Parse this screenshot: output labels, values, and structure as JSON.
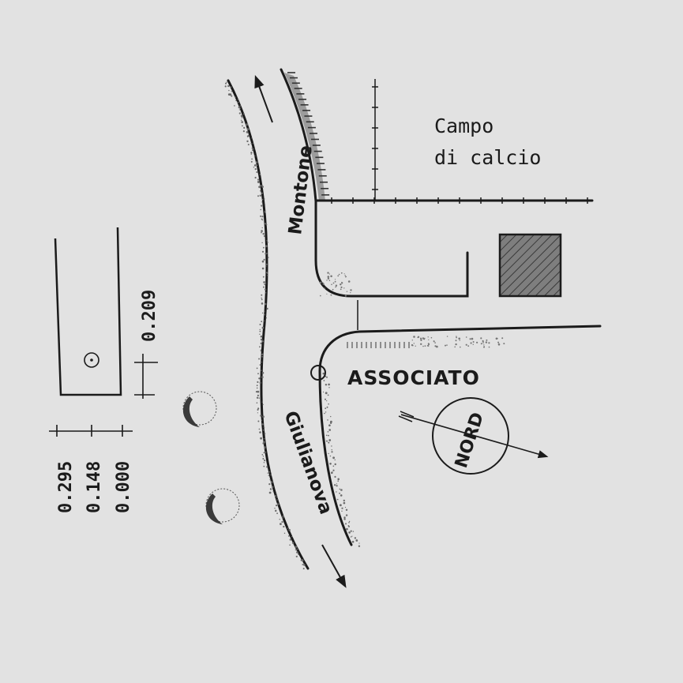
{
  "labels": {
    "field": [
      "Campo",
      "di calcio"
    ],
    "road_north": "Montone",
    "road_south": "Giulianova",
    "site": "ASSOCIATO",
    "compass": "NORD"
  },
  "scale": {
    "vertical_tick": "0.209",
    "horizontal_ticks": [
      "0.295",
      "0.148",
      "0.000"
    ]
  },
  "colors": {
    "background": "#e2e2e2",
    "ink": "#1b1b1b",
    "hatch_fill": "#8a8a8a"
  }
}
